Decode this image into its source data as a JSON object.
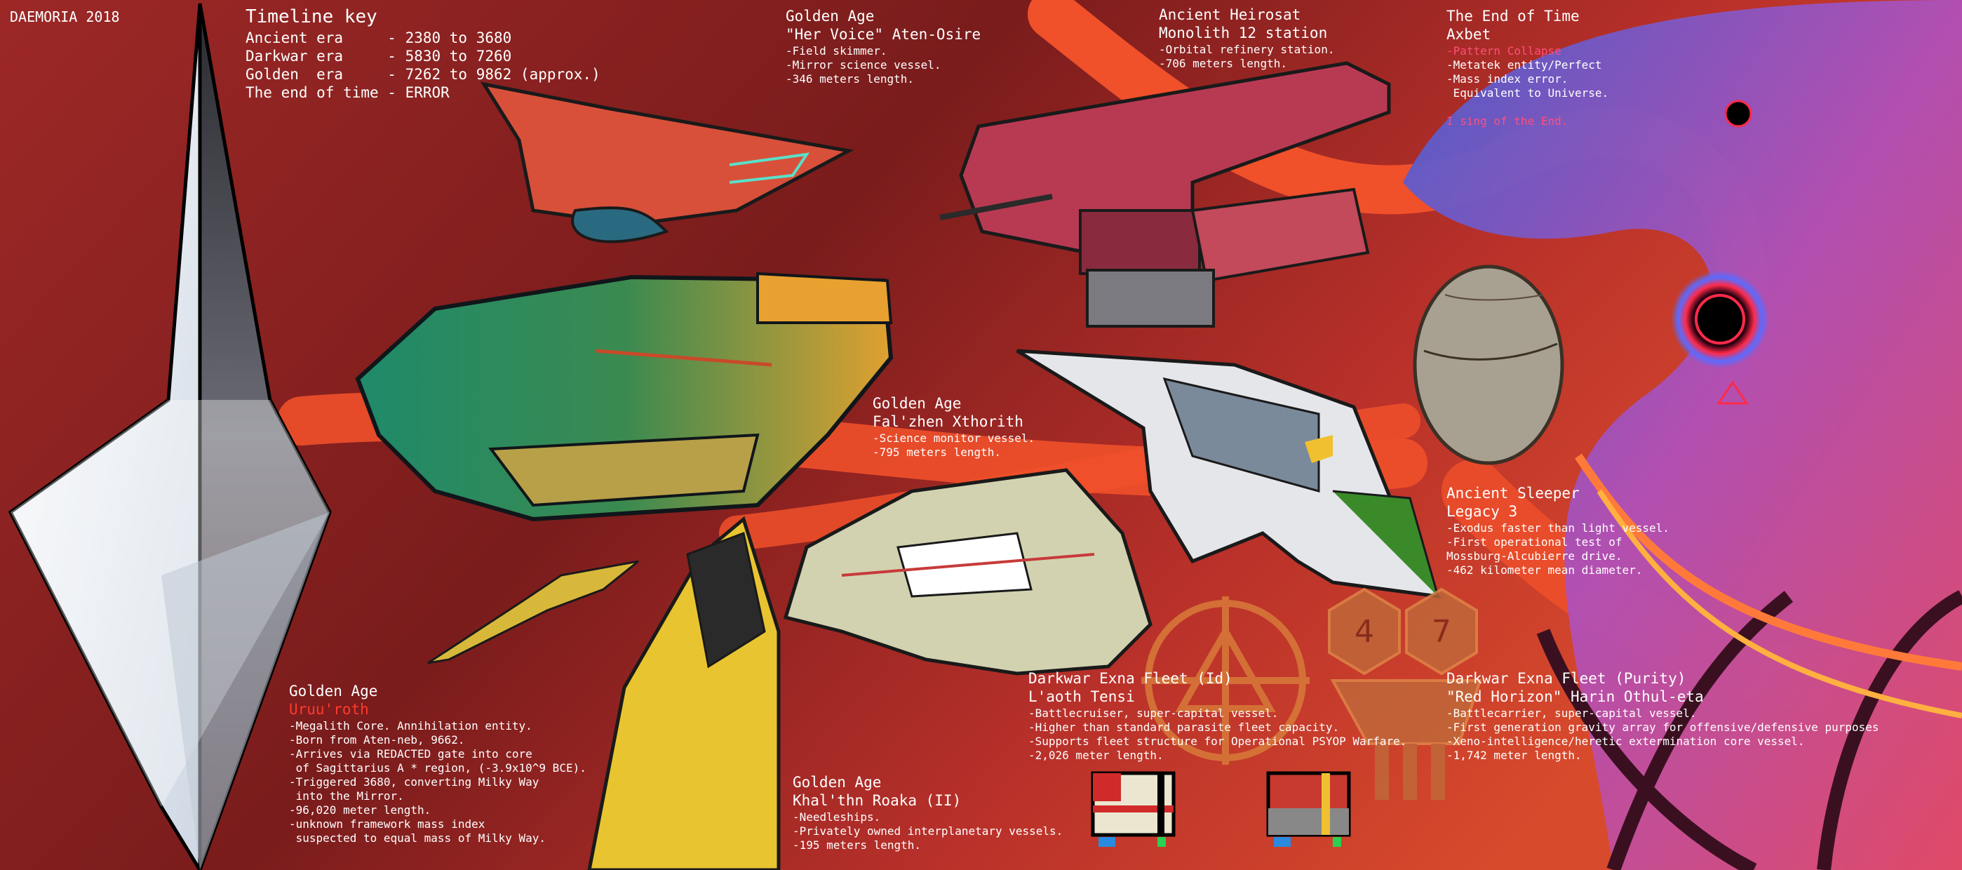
{
  "signature": "DAEMORIA 2018",
  "timeline": {
    "title": "Timeline key",
    "lines": [
      "Ancient era     - 2380 to 3680",
      "Darkwar era     - 5830 to 7260",
      "Golden  era     - 7262 to 9862 (approx.)",
      "The end of time - ERROR"
    ]
  },
  "entries": {
    "aten_osire": {
      "era": "Golden Age",
      "name": "\"Her Voice\" Aten-Osire",
      "details": [
        "-Field skimmer.",
        "-Mirror science vessel.",
        "-346 meters length."
      ]
    },
    "monolith": {
      "era": "Ancient Heirosat",
      "name": "Monolith 12 station",
      "details": [
        "-Orbital refinery station.",
        "-706 meters length."
      ]
    },
    "axbet": {
      "era": "The End of Time",
      "name": "Axbet",
      "details": [
        {
          "text": "-Pattern Collapse",
          "highlight": true
        },
        {
          "text": "-Metatek entity/Perfect",
          "highlight": false
        },
        {
          "text": "-Mass index error.",
          "highlight": false
        },
        {
          "text": " Equivalent to Universe.",
          "highlight": false
        }
      ],
      "quote": "I sing of the End."
    },
    "xthorith": {
      "era": "Golden Age",
      "name": "Fal'zhen Xthorith",
      "details": [
        "-Science monitor vessel.",
        "-795 meters length."
      ]
    },
    "legacy3": {
      "era": "Ancient Sleeper",
      "name": "Legacy 3",
      "details": [
        "-Exodus faster than light vessel.",
        "-First operational test of",
        "Mossburg-Alcubierre drive.",
        "-462 kilometer mean diameter."
      ]
    },
    "uruuroth": {
      "era": "Golden Age",
      "name": "Uruu'roth",
      "details": [
        "-Megalith Core. Annihilation entity.",
        "-Born from Aten-neb, 9662.",
        "-Arrives via REDACTED gate into core",
        " of Sagittarius A * region, (-3.9x10^9 BCE).",
        "-Triggered 3680, converting Milky Way",
        " into the Mirror.",
        "-96,020 meter length.",
        "-unknown framework mass index",
        " suspected to equal mass of Milky Way."
      ]
    },
    "khalthn": {
      "era": "Golden Age",
      "name": "Khal'thn Roaka (II)",
      "details": [
        "-Needleships.",
        "-Privately owned interplanetary vessels.",
        "-195 meters length."
      ]
    },
    "laoth": {
      "era": "Darkwar Exna Fleet (Id)",
      "name": "L'aoth Tensi",
      "details": [
        "-Battlecruiser, super-capital vessel.",
        "-Higher than standard parasite fleet capacity.",
        "-Supports fleet structure for Operational PSYOP Warfare.",
        "-2,026 meter length."
      ]
    },
    "harin": {
      "era": "Darkwar Exna Fleet (Purity)",
      "name": "\"Red Horizon\" Harin Othul-eta",
      "details": [
        "-Battlecarrier, super-capital vessel.",
        "-First generation gravity array for offensive/defensive purposes",
        "-Xeno-intelligence/heretic extermination core vessel.",
        "-1,742 meter length."
      ]
    }
  },
  "emblem_glyphs": [
    "4",
    "7"
  ],
  "colors": {
    "background_dark": "#6b1818",
    "background_mid": "#a52a26",
    "swirl_orange": "#f0502a",
    "highlight_red": "#ff3a2e",
    "text": "#ffffff"
  }
}
